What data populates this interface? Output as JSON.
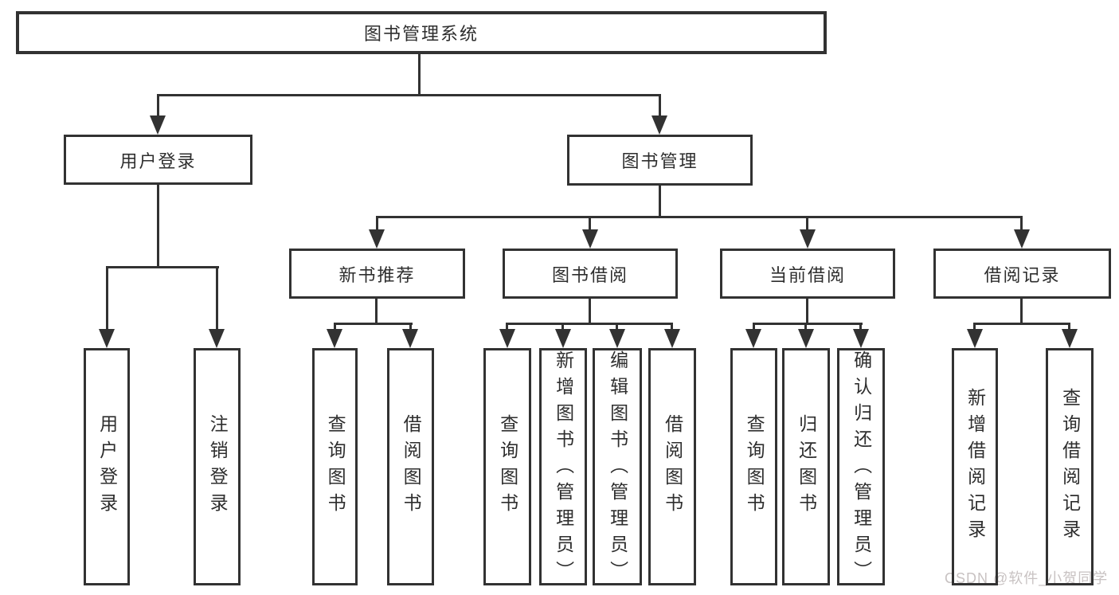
{
  "diagram": {
    "root": {
      "label": "图书管理系统"
    },
    "branches": [
      {
        "label": "用户登录",
        "children": [
          {
            "label": "用户登录"
          },
          {
            "label": "注销登录"
          }
        ]
      },
      {
        "label": "图书管理",
        "children": [
          {
            "label": "新书推荐",
            "children": [
              {
                "label": "查询图书"
              },
              {
                "label": "借阅图书"
              }
            ]
          },
          {
            "label": "图书借阅",
            "children": [
              {
                "label": "查询图书"
              },
              {
                "label": "新增图书（管理员）"
              },
              {
                "label": "编辑图书（管理员）"
              },
              {
                "label": "借阅图书"
              }
            ]
          },
          {
            "label": "当前借阅",
            "children": [
              {
                "label": "查询图书"
              },
              {
                "label": "归还图书"
              },
              {
                "label": "确认归还（管理员）"
              }
            ]
          },
          {
            "label": "借阅记录",
            "children": [
              {
                "label": "新增借阅记录"
              },
              {
                "label": "查询借阅记录"
              }
            ]
          }
        ]
      }
    ],
    "watermark": "CSDN @软件_小贺同学",
    "colors": {
      "line": "#323232",
      "text": "#2e2e2e",
      "watermark": "#c8c2c2",
      "background": "#ffffff"
    }
  }
}
